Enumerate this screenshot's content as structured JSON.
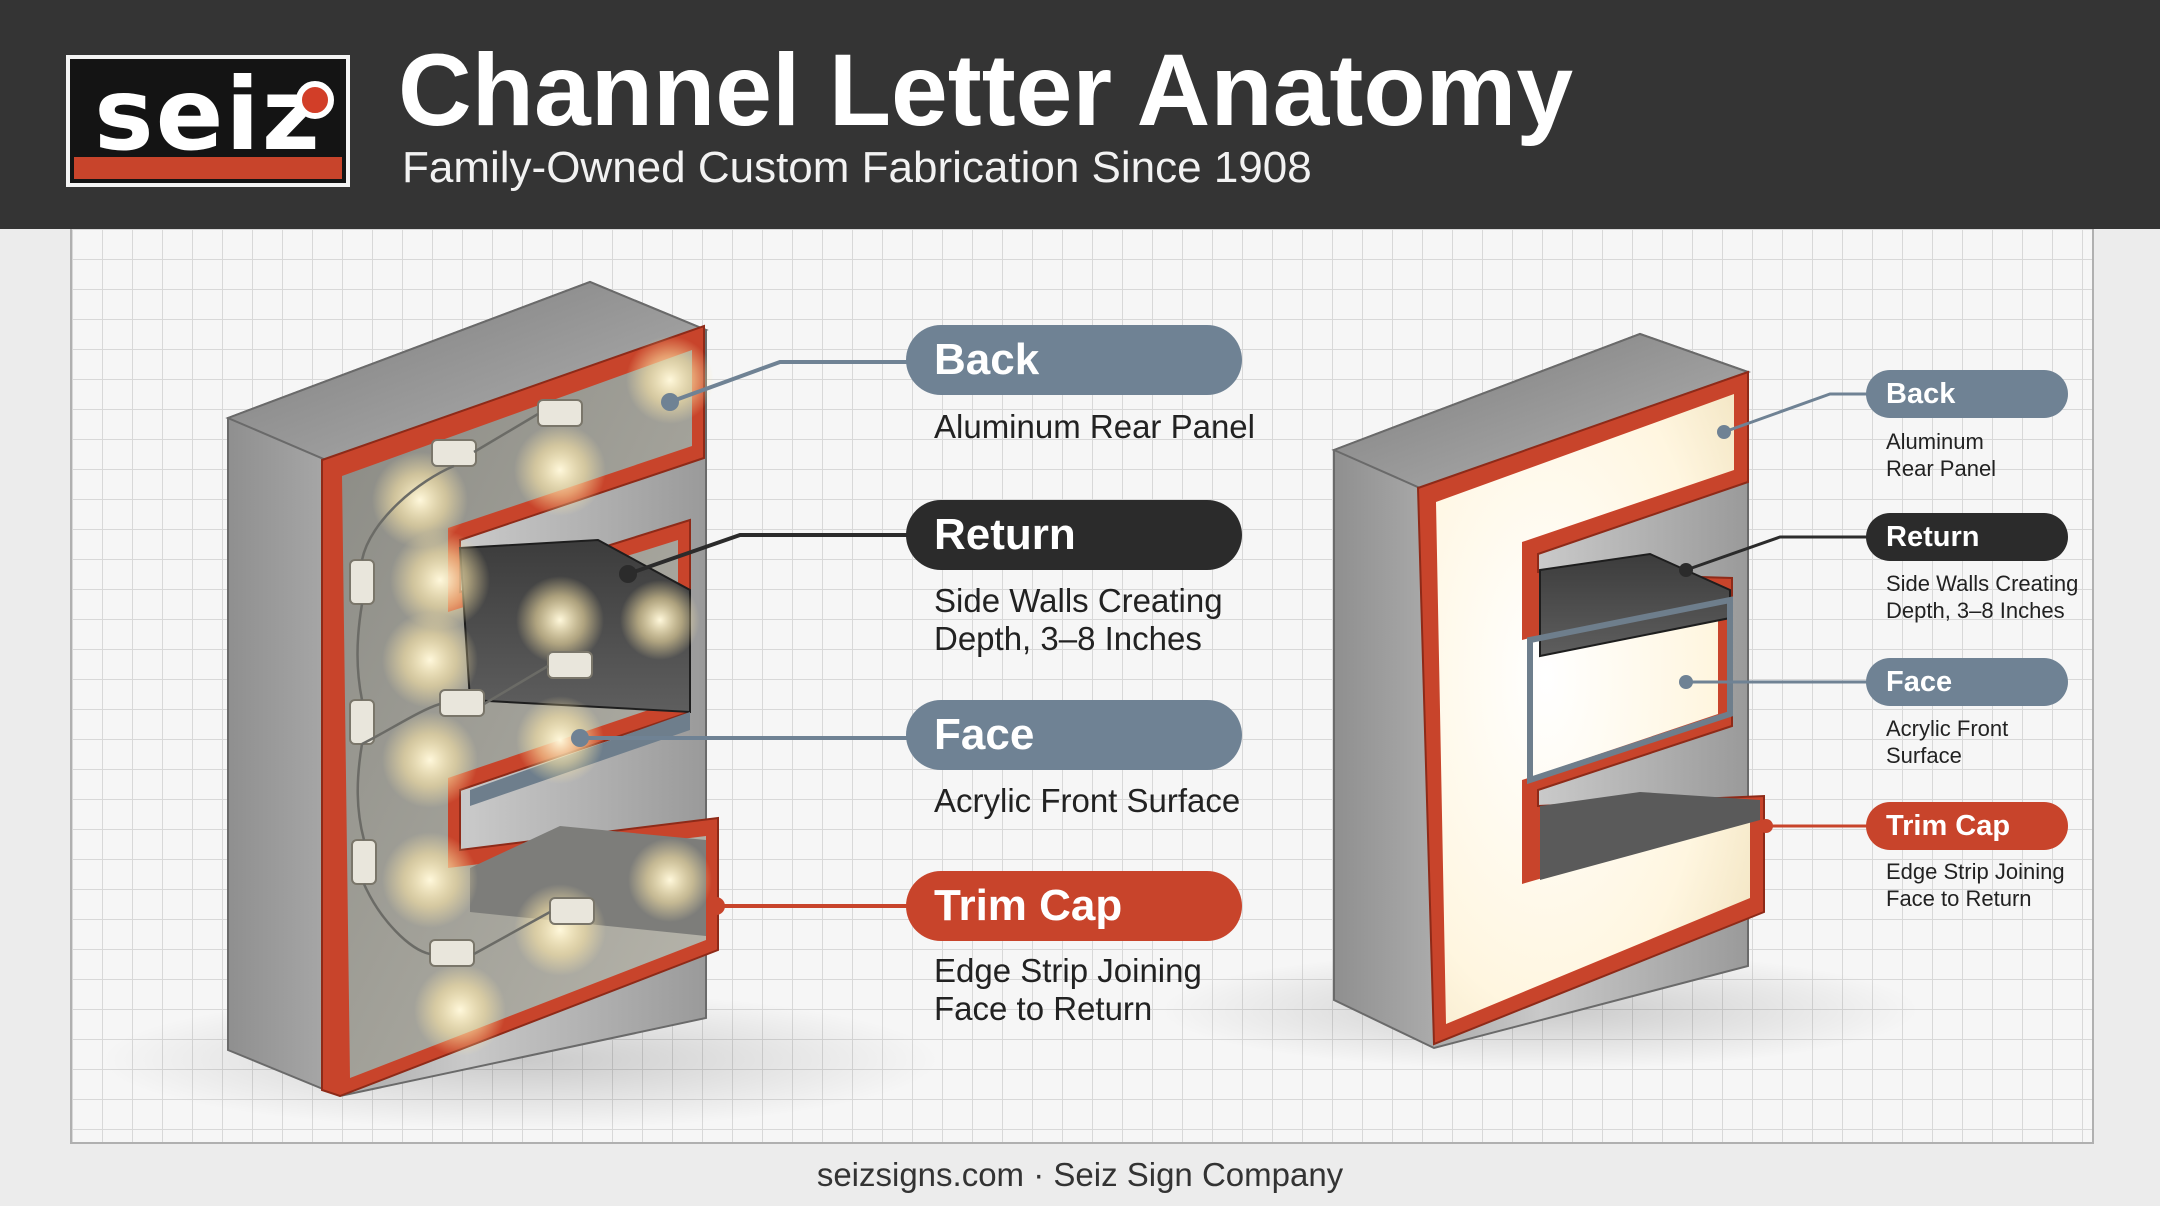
{
  "header": {
    "logo_text": "seiz",
    "title": "Channel Letter Anatomy",
    "subtitle": "Family-Owned Custom Fabrication Since 1908"
  },
  "diagram": {
    "left_letter": {
      "callouts": [
        {
          "label": "Back",
          "desc_lines": [
            "Aluminum Rear Panel"
          ]
        },
        {
          "label": "Return",
          "desc_lines": [
            "Side Walls Creating",
            "Depth, 3–8 Inches"
          ]
        },
        {
          "label": "Face",
          "desc_lines": [
            "Acrylic Front Surface"
          ]
        },
        {
          "label": "Trim Cap",
          "desc_lines": [
            "Edge Strip Joining",
            "Face to Return"
          ]
        }
      ]
    },
    "right_letter": {
      "callouts": [
        {
          "label": "Back",
          "desc_lines": [
            "Aluminum",
            "Rear Panel"
          ]
        },
        {
          "label": "Return",
          "desc_lines": [
            "Side Walls Creating",
            "Depth, 3–8 Inches"
          ]
        },
        {
          "label": "Face",
          "desc_lines": [
            "Acrylic Front",
            "Surface"
          ]
        },
        {
          "label": "Trim Cap",
          "desc_lines": [
            "Edge Strip Joining",
            "Face to Return"
          ]
        }
      ]
    }
  },
  "footer": {
    "text": "seizsigns.com · Seiz Sign Company"
  },
  "colors": {
    "header_bg": "#343434",
    "back": "#6f8294",
    "return": "#2b2b2b",
    "face": "#6f8294",
    "trim_cap": "#c8442b"
  }
}
